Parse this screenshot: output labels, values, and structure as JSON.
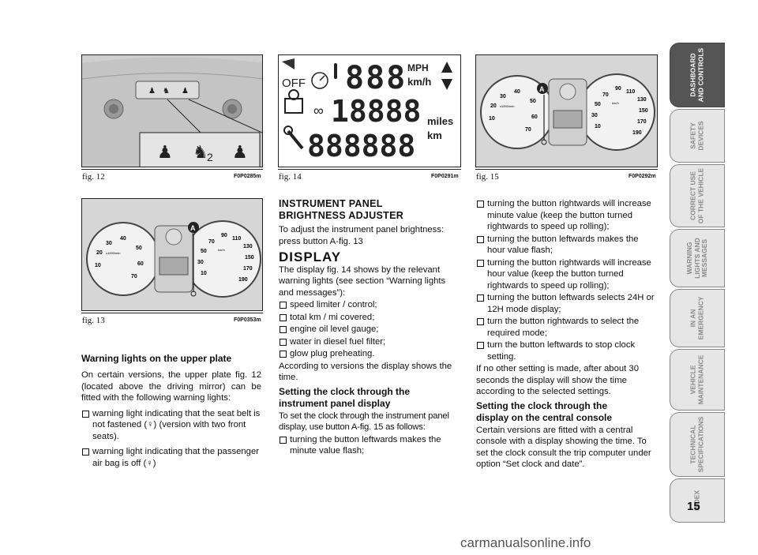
{
  "figures": {
    "fig12": {
      "caption": "fig. 12",
      "code": "F0P0285m"
    },
    "fig14": {
      "caption": "fig. 14",
      "code": "F0P0291m"
    },
    "fig15": {
      "caption": "fig. 15",
      "code": "F0P0292m"
    },
    "fig13": {
      "caption": "fig. 13",
      "code": "F0P0353m"
    }
  },
  "display_fig": {
    "off": "OFF",
    "speed_digits": "888",
    "odo_digits": "18888",
    "trip_digits": "888888",
    "mph": "MPH",
    "kmh": "km/h",
    "miles": "miles",
    "km": "km"
  },
  "gauges": {
    "tach_ticks": [
      "30",
      "40",
      "20",
      "50",
      "10",
      "60",
      "70"
    ],
    "tach_unit": "x1000/min",
    "speed_ticks": [
      "90",
      "110",
      "70",
      "130",
      "50",
      "150",
      "30",
      "170",
      "10",
      "190"
    ],
    "speed_unit": "km/h",
    "button_label": "A"
  },
  "col1": {
    "heading": "Warning lights on the upper plate",
    "para": "On certain versions, the upper plate fig. 12 (located above the driving mirror) can be fitted with the following warning lights:",
    "bullets": [
      "warning light indicating that the seat belt is not fastened (♀) (version with two front seats).",
      "warning light indicating that the passenger air bag is off (♀)"
    ]
  },
  "col2": {
    "h1": "INSTRUMENT PANEL BRIGHTNESS ADJUSTER",
    "p1": "To adjust the instrument panel brightness: press button A-fig. 13",
    "h2": "DISPLAY",
    "p2": "The display fig. 14 shows by the relevant warning lights (see section “Warning lights and messages”):",
    "bullets": [
      "speed limiter / control;",
      "total km / mi covered;",
      "engine oil level gauge;",
      "water in diesel fuel filter;",
      "glow plug preheating."
    ],
    "p3": "According to versions the display shows the time.",
    "h3": "Setting the clock through the instrument panel display",
    "p4": "To set the clock through the instrument panel display, use button A-fig. 15 as follows:",
    "bullets2": [
      "turning the button leftwards makes the minute value flash;"
    ]
  },
  "col3": {
    "bullets": [
      "turning the button rightwards will increase minute value (keep the button turned rightwards to speed up rolling);",
      "turning the button leftwards makes the hour value flash;",
      "turning the button rightwards will increase hour value (keep the button turned rightwards to speed up rolling);",
      "turning the button leftwards selects 24H or 12H mode display;",
      "turn the button rightwards to select the required mode;",
      "turn the button leftwards to stop clock setting."
    ],
    "p1": "If no other setting is made, after about 30 seconds the display will show the time according to the selected settings.",
    "h1": "Setting the clock through the display on the central console",
    "p2": "Certain versions are fitted with a central console with a display showing the time. To set the clock consult the trip computer under option “Set clock and date”."
  },
  "tabs": [
    {
      "label": "DASHBOARD\nAND CONTROLS",
      "active": true
    },
    {
      "label": "SAFETY\nDEVICES",
      "active": false
    },
    {
      "label": "CORRECT USE\nOF THE VEHICLE",
      "active": false
    },
    {
      "label": "WARNING\nLIGHTS AND\nMESSAGES",
      "active": false
    },
    {
      "label": "IN AN\nEMERGENCY",
      "active": false
    },
    {
      "label": "VEHICLE\nMAINTENANCE",
      "active": false
    },
    {
      "label": "TECHNICAL\nSPECIFICATIONS",
      "active": false
    },
    {
      "label": "INDEX",
      "active": false
    }
  ],
  "page_number": "15",
  "watermark": "carmanualsonline.info"
}
